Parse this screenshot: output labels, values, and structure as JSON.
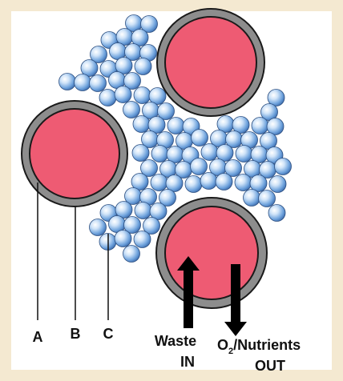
{
  "labels": {
    "a": "A",
    "b": "B",
    "c": "C",
    "waste_line1": "Waste",
    "waste_line2": "IN",
    "oxygen_o": "O",
    "oxygen_sub": "2",
    "oxygen_rest": "/Nutrients",
    "oxygen_line2": "OUT"
  },
  "colors": {
    "background": "#f4e9d1",
    "panel": "#ffffff",
    "vessel_lumen": "#ee5b73",
    "vessel_wall": "#8d8d8d",
    "vessel_outline": "#1a1a1a",
    "cell": "#9cc6ef",
    "arrow": "#000000"
  }
}
